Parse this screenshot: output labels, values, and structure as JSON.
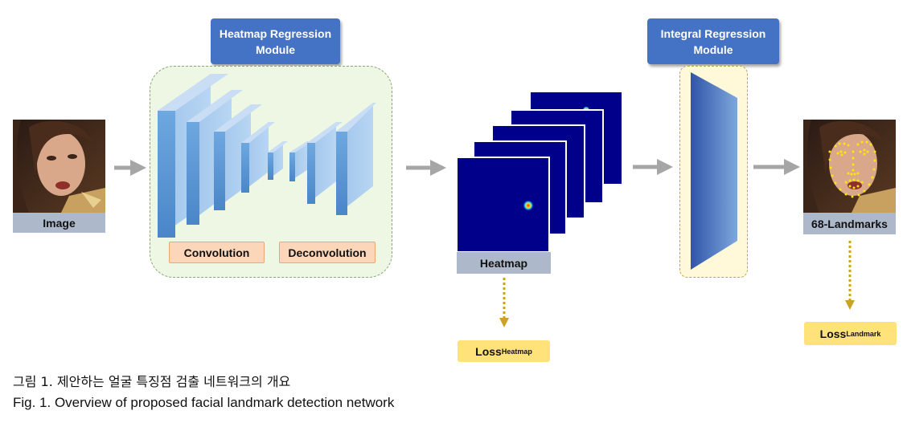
{
  "modules": {
    "heatmap_regression": "Heatmap Regression Module",
    "heatmap_regression_line1": "Heatmap Regression",
    "heatmap_regression_line2": "Module",
    "integral_regression_line1": "Integral Regression",
    "integral_regression_line2": "Module"
  },
  "labels": {
    "image": "Image",
    "convolution": "Convolution",
    "deconvolution": "Deconvolution",
    "heatmap": "Heatmap",
    "landmarks": "68-Landmarks"
  },
  "losses": {
    "heatmap_main": "Loss",
    "heatmap_sub": "Heatmap",
    "landmark_main": "Loss",
    "landmark_sub": "Landmark"
  },
  "caption": {
    "korean": "그림 1. 제안하는 얼굴 특징점 검출 네트워크의 개요",
    "english": "Fig. 1. Overview of proposed facial landmark detection network"
  },
  "colors": {
    "module_title": "#4472c4",
    "label_bar": "#adb9ca",
    "conv_block": "#5b9bd5",
    "heatmap_bg": "#00008b",
    "loss_box": "#ffe27a",
    "arrow": "#a6a6a6",
    "dotted_arrow": "#c9a227"
  }
}
